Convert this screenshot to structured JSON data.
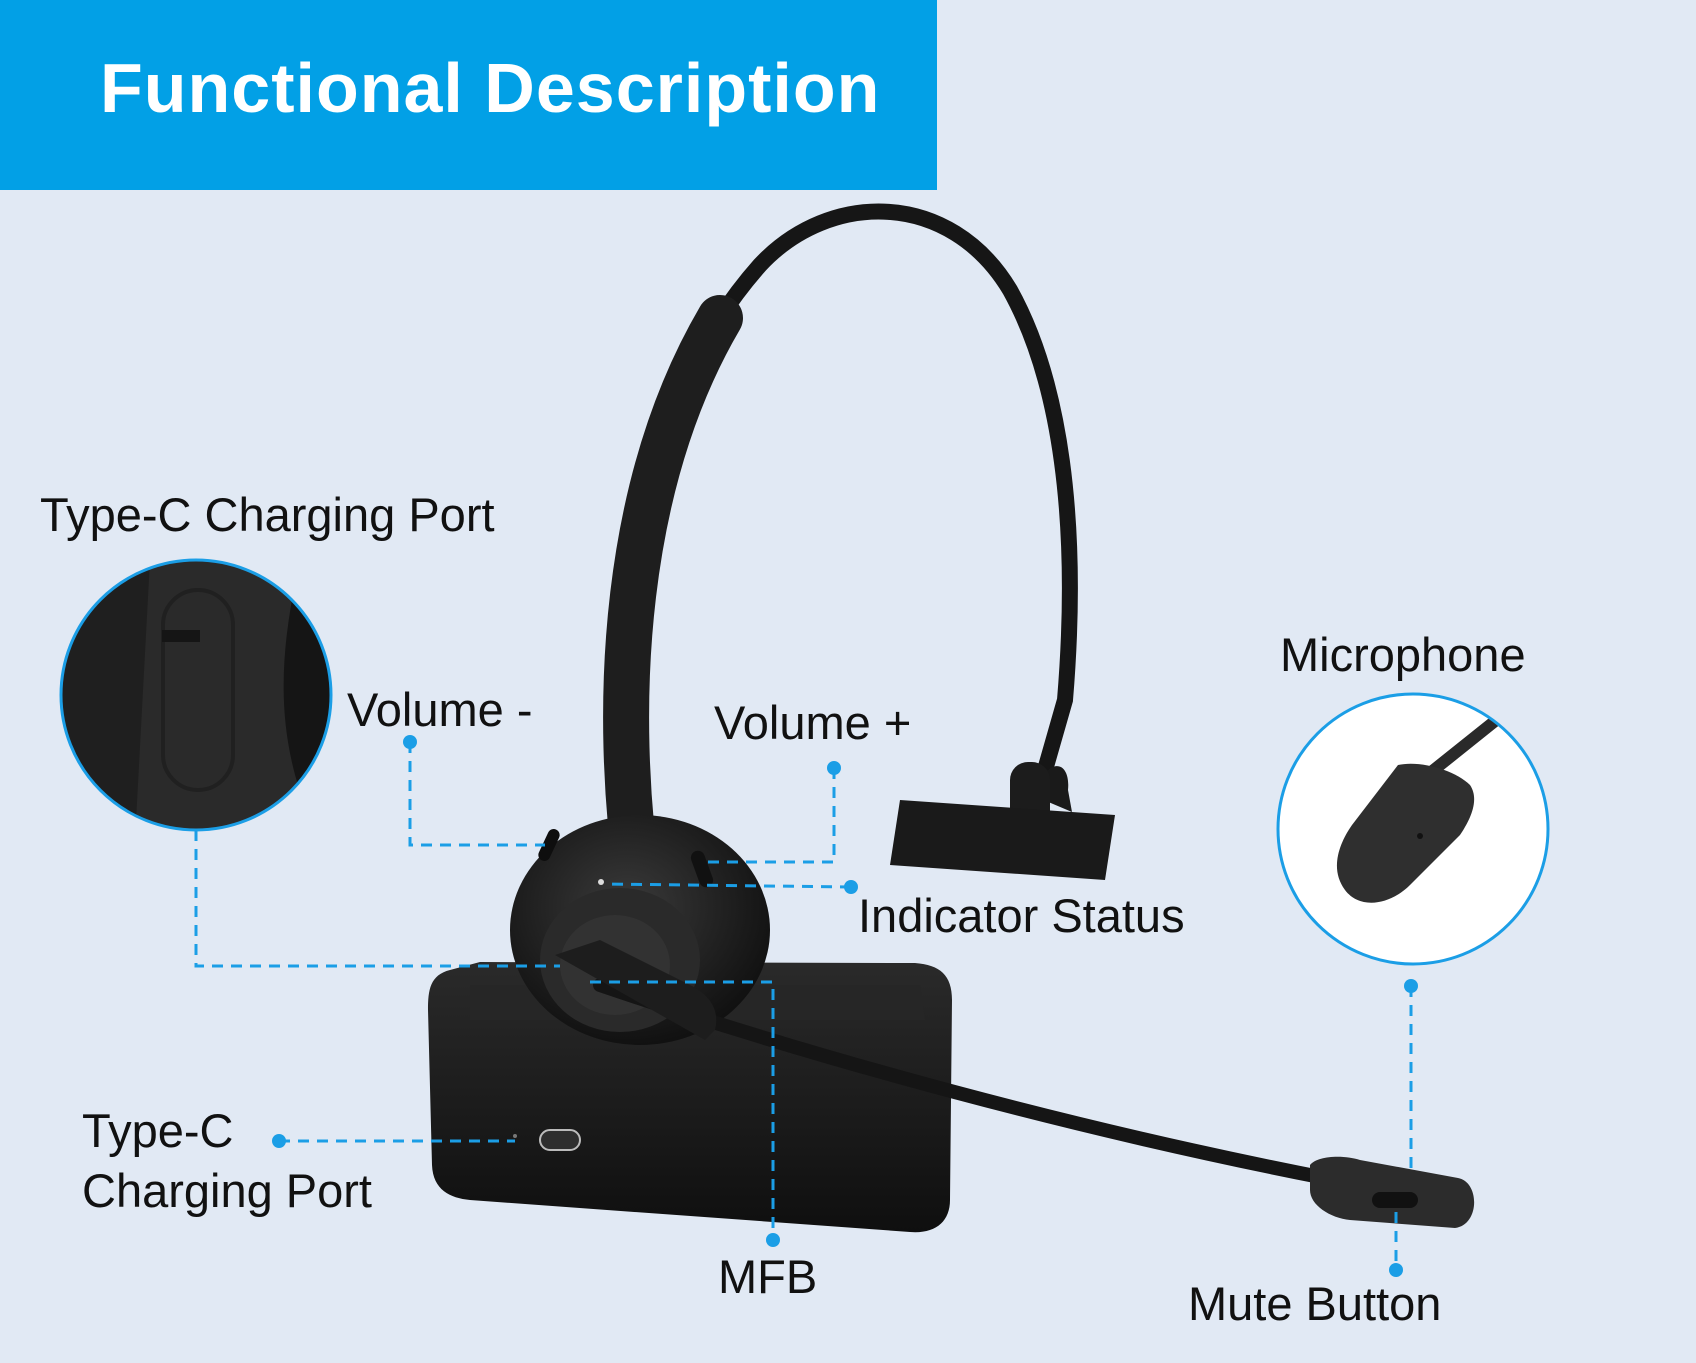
{
  "header": {
    "title": "Functional Description"
  },
  "colors": {
    "banner": "#02a0e6",
    "background": "#e1e9f4",
    "callout": "#1b9ee6",
    "device": "#1c1c1c"
  },
  "callouts": {
    "type_c_top": "Type-C Charging Port",
    "volume_minus": "Volume -",
    "volume_plus": "Volume +",
    "microphone": "Microphone",
    "indicator_status": "Indicator Status",
    "type_c_base_line1": "Type-C",
    "type_c_base_line2": "Charging Port",
    "mfb": "MFB",
    "mute_button": "Mute Button"
  },
  "icons": {
    "headset": "headset-illustration",
    "port_zoom": "type-c-port-zoom-icon",
    "mic_zoom": "microphone-zoom-icon"
  }
}
